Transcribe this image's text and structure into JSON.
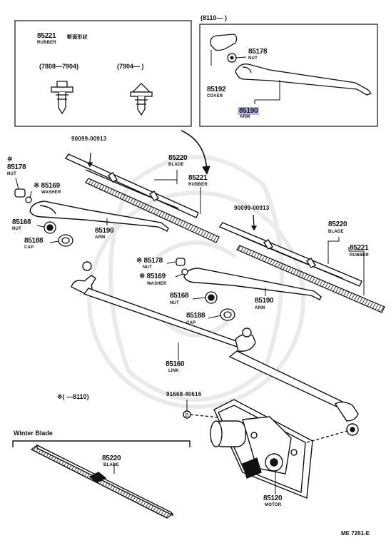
{
  "inset_top_left": {
    "part_no": "85221",
    "part_name": "RUBBER",
    "section_note": "断面形状",
    "range_a": "(7808—7904)",
    "range_b": "(7904—        )"
  },
  "inset_top_right": {
    "range": "(8110—        )",
    "nut_no": "85178",
    "nut_name": "NUT",
    "cover_no": "85192",
    "cover_name": "COVER",
    "arm_no": "85190",
    "arm_name": "ARM",
    "highlight_color": "#b9b6ec"
  },
  "left_set": {
    "bolt_no": "90099-00913",
    "blade_no": "85220",
    "blade_name": "BLADE",
    "rubber_no": "85221",
    "rubber_name": "RUBBER",
    "nut_mark": "※",
    "nut_no": "85178",
    "nut_name": "NUT",
    "washer_no": "※ 85169",
    "washer_name": "WASHER",
    "nut2_no": "85168",
    "nut2_name": "NUT",
    "cap_no": "85188",
    "cap_name": "CAP",
    "arm_no": "85190",
    "arm_name": "ARM"
  },
  "right_set": {
    "bolt_no": "90099-00913",
    "blade_no": "85220",
    "blade_name": "BLADE",
    "rubber_no": "85221",
    "rubber_name": "RUBBER",
    "nut_no": "※ 85178",
    "nut_name": "NUT",
    "washer_no": "※ 85169",
    "washer_name": "WASHER",
    "nut2_no": "85168",
    "nut2_name": "NUT",
    "cap_no": "85188",
    "cap_name": "CAP",
    "arm_no": "85190",
    "arm_name": "ARM"
  },
  "link": {
    "part_no": "85160",
    "part_name": "LINK"
  },
  "motor": {
    "bolt_no": "91668-40616",
    "part_no": "85120",
    "part_name": "MOTOR"
  },
  "applicability_note": "※(     —8110)",
  "winter": {
    "title": "Winter Blade",
    "part_no": "85220",
    "part_name": "BLADE"
  },
  "footer_code": "ME 7261-E"
}
